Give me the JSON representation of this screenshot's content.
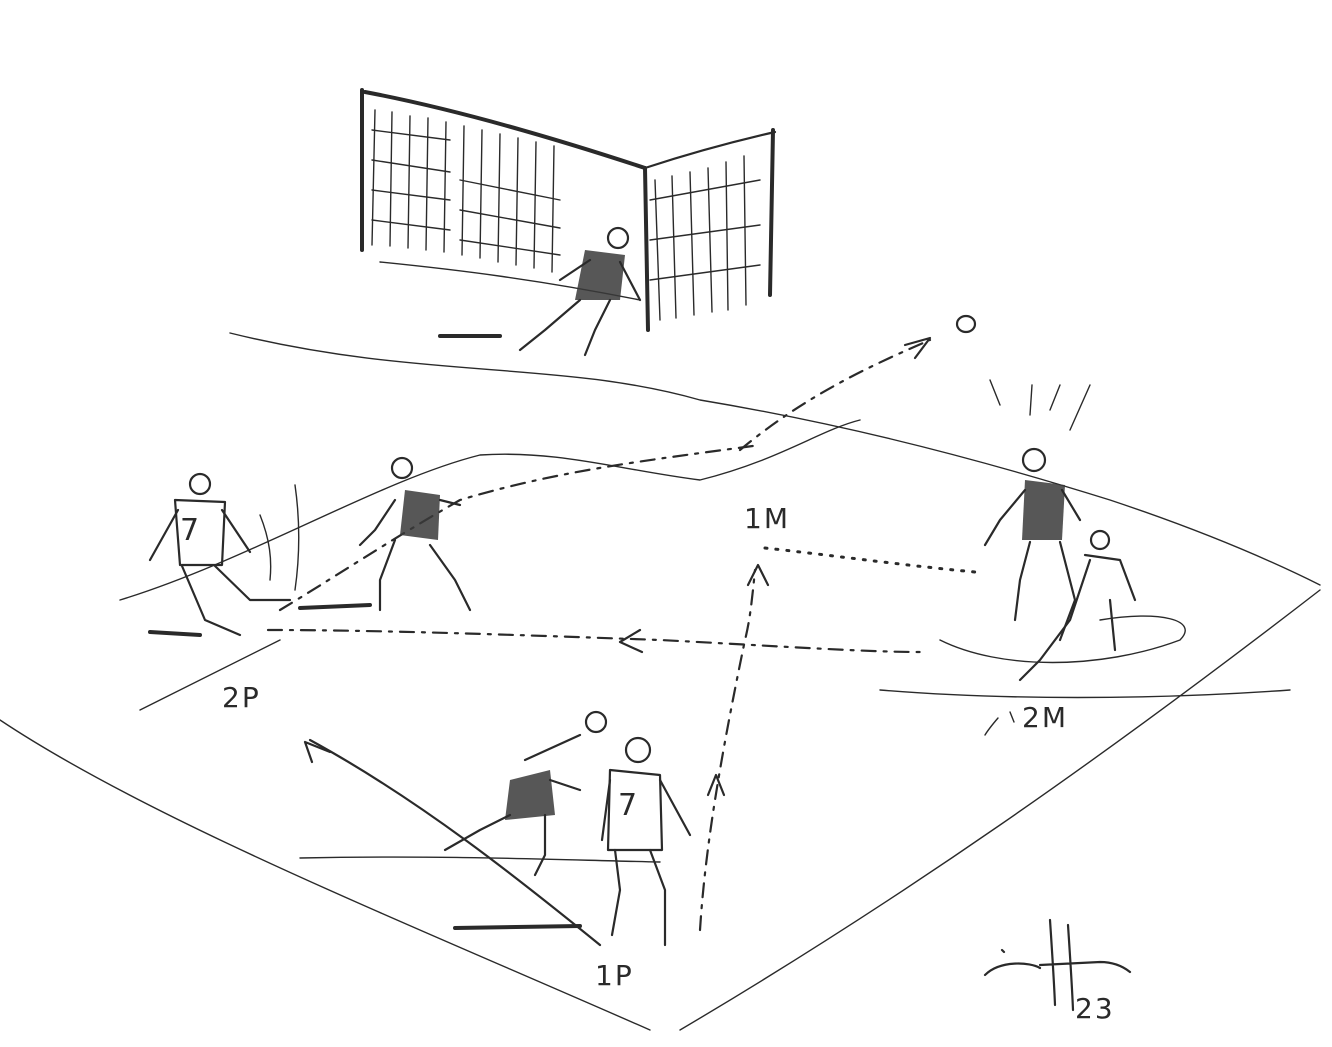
{
  "labels": {
    "p1": "1P",
    "p2": "2P",
    "m1": "1M",
    "m2": "2M"
  },
  "jerseys": {
    "front_player": "7",
    "left_player": "7"
  },
  "signature": {
    "year": "23"
  },
  "colors": {
    "ink": "#2a2a2a",
    "paper": "#ffffff"
  }
}
